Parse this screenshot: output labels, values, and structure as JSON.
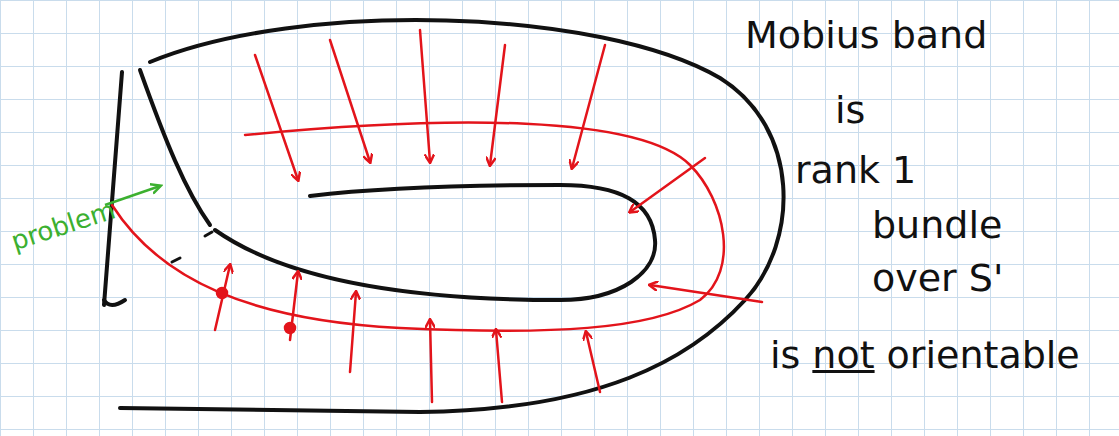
{
  "diagram": {
    "labels": [
      "problem",
      "Mobius band",
      "is",
      "rank 1",
      "bundle",
      "over S'",
      "is",
      "not",
      "orientable"
    ]
  }
}
